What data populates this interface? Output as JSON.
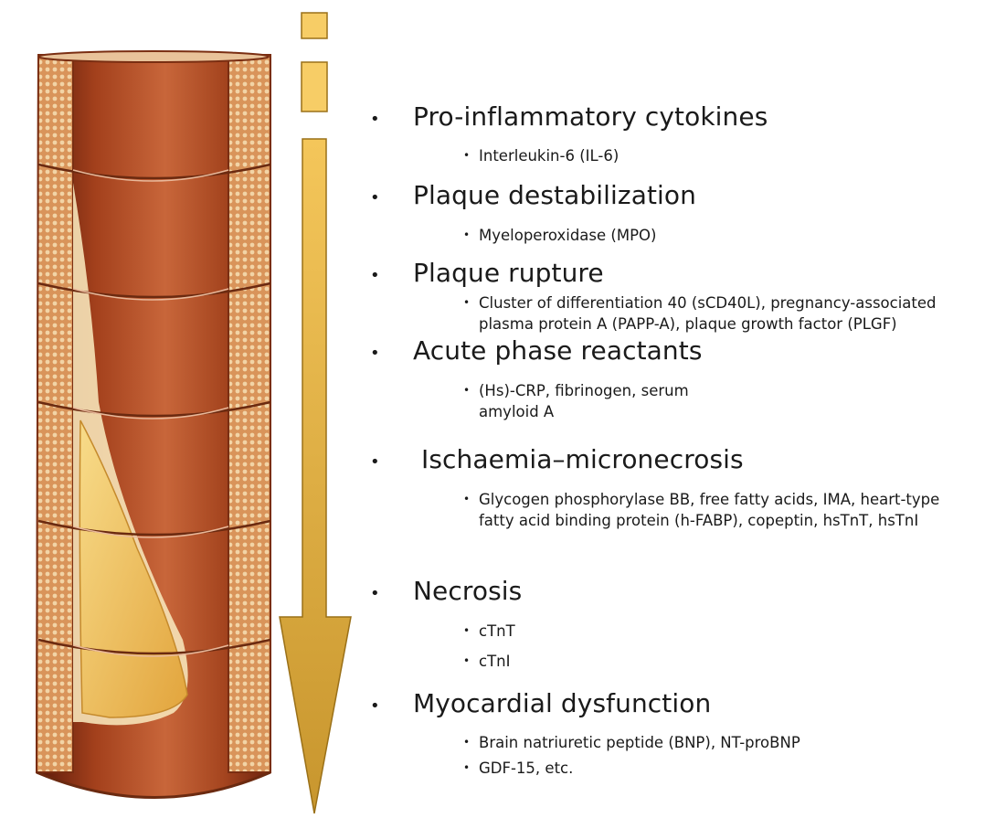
{
  "stages": [
    {
      "title": "Pro-inflammatory cytokines",
      "items": [
        "Interleukin-6 (IL-6)"
      ]
    },
    {
      "title": "Plaque destabilization",
      "items": [
        "Myeloperoxidase (MPO)"
      ]
    },
    {
      "title": "Plaque rupture",
      "items": [
        "Cluster of differentiation 40 (sCD40L), pregnancy-associated plasma protein A (PAPP-A),  plaque growth factor (PLGF)"
      ]
    },
    {
      "title": "Acute phase reactants",
      "items": [
        "(Hs)-CRP, fibrinogen, serum amyloid A"
      ]
    },
    {
      "title": "Ischaemia–micronecrosis",
      "items": [
        "Glycogen phosphorylase BB, free fatty acids, IMA, heart-type fatty acid binding protein (h-FABP), copeptin, hsTnT, hsTnI"
      ]
    },
    {
      "title": "Necrosis",
      "items": [
        "cTnT",
        "cTnI"
      ]
    },
    {
      "title": "Myocardial dysfunction",
      "items": [
        "Brain natriuretic peptide (BNP), NT-proBNP",
        "GDF-15, etc."
      ]
    }
  ],
  "colors": {
    "arrow_fill": "#e8b84a",
    "arrow_stroke": "#b07f1c",
    "vessel_wall": "#b5562b",
    "plaque": "#f1c86a"
  }
}
